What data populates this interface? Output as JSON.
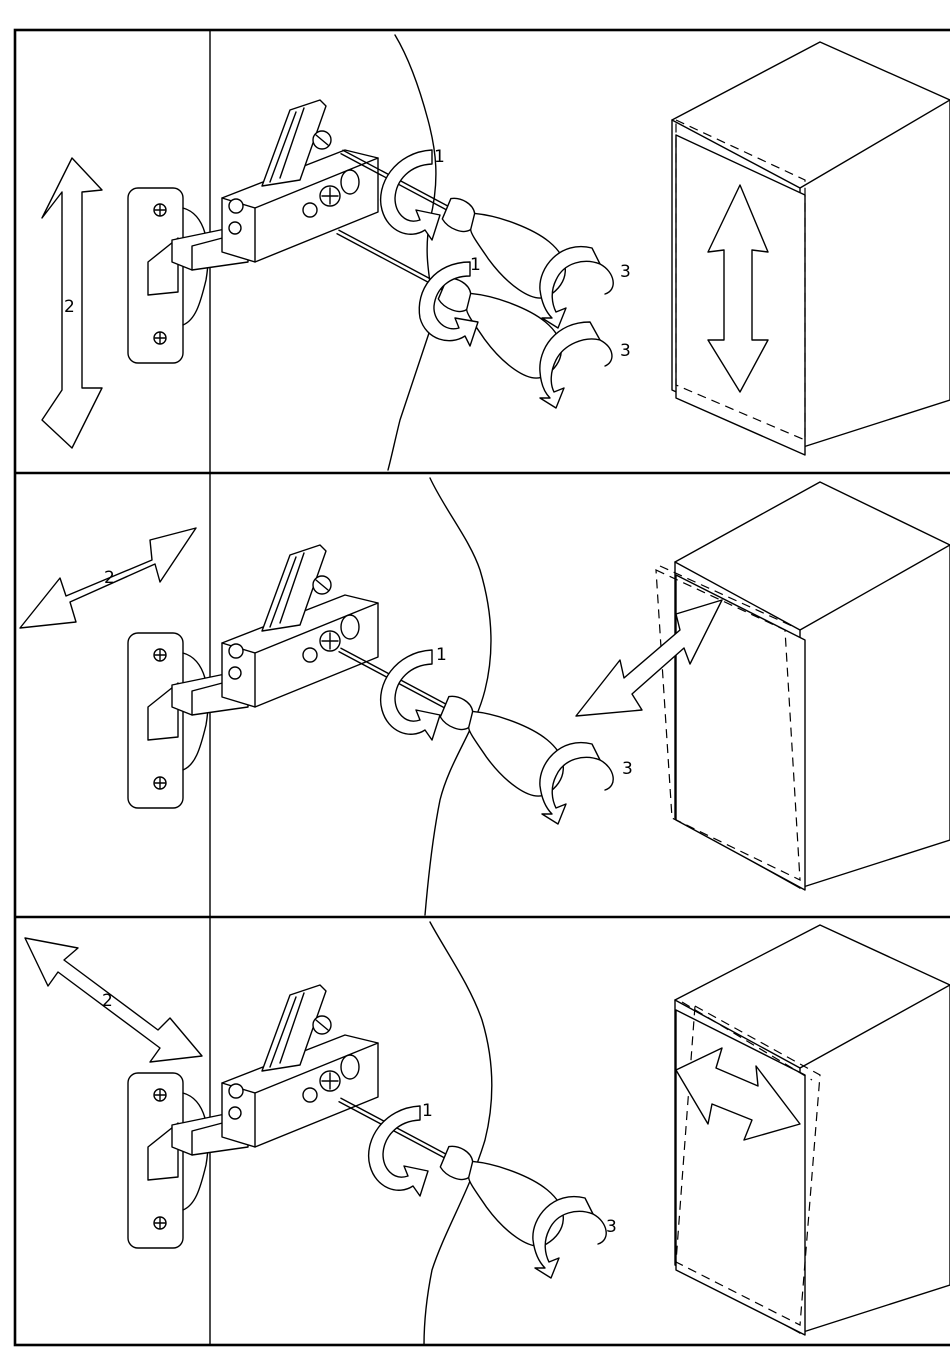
{
  "panels": [
    {
      "name": "vertical-adjustment",
      "direction_label": "2",
      "screw_labels": [
        "1",
        "1"
      ],
      "rotation_labels": [
        "3",
        "3"
      ]
    },
    {
      "name": "depth-adjustment",
      "direction_label": "2",
      "screw_labels": [
        "1"
      ],
      "rotation_labels": [
        "3"
      ]
    },
    {
      "name": "side-adjustment",
      "direction_label": "2",
      "screw_labels": [
        "1"
      ],
      "rotation_labels": [
        "3"
      ]
    }
  ],
  "colors": {
    "ink": "#000000",
    "paper": "#ffffff"
  }
}
